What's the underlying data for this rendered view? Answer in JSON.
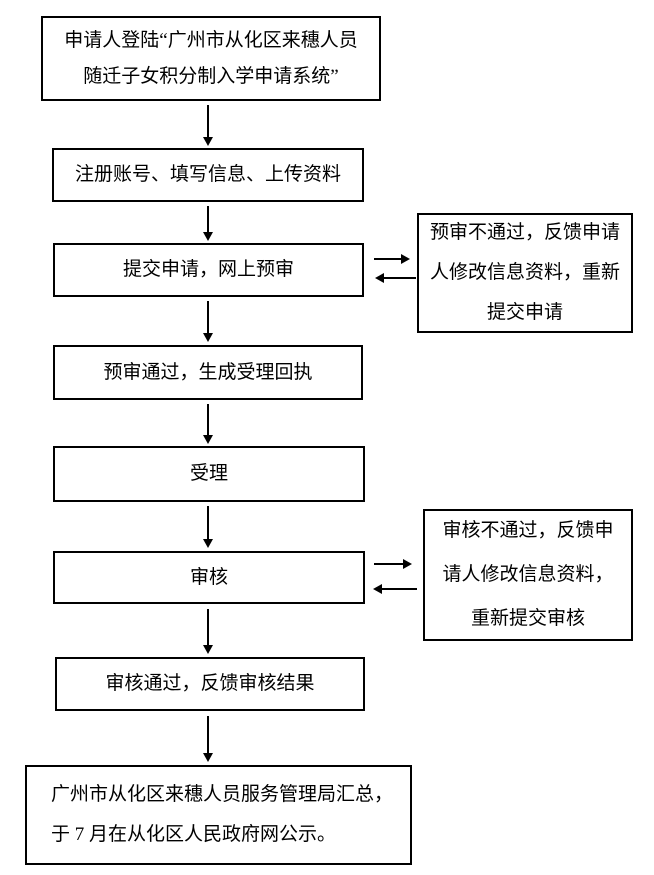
{
  "colors": {
    "background": "#ffffff",
    "line": "#000000",
    "text": "#000000"
  },
  "flow": {
    "main_steps": [
      {
        "label": "申请人登陆“广州市从化区来穗人员随迁子女积分制入学申请系统”"
      },
      {
        "label": "注册账号、填写信息、上传资料"
      },
      {
        "label": "提交申请，网上预审"
      },
      {
        "label": "预审通过，生成受理回执"
      },
      {
        "label": "受理"
      },
      {
        "label": "审核"
      },
      {
        "label": "审核通过，反馈审核结果"
      },
      {
        "label": "广州市从化区来穗人员服务管理局汇总，于 7 月在从化区人民政府网公示。"
      }
    ],
    "feedback_steps": [
      {
        "label": "预审不通过，反馈申请人修改信息资料，重新提交申请"
      },
      {
        "label": "审核不通过，反馈申请人修改信息资料，重新提交审核"
      }
    ]
  }
}
